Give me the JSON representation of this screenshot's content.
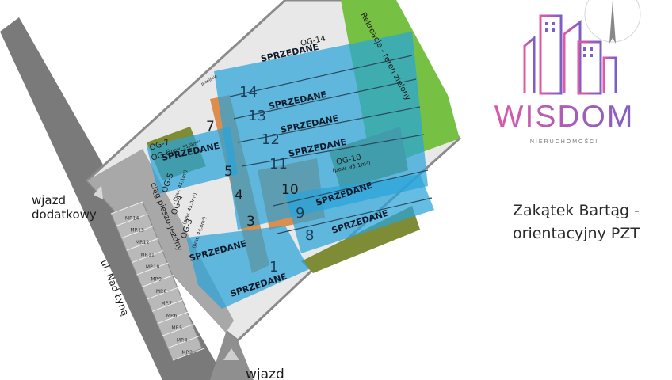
{
  "title_lines": [
    "Zakątek Bartąg -",
    "orientacyjny PZT"
  ],
  "brand": {
    "name": "WISDOM",
    "subtitle": "NIERUCHOMOŚCI",
    "gradient_start": "#e05aa4",
    "gradient_end": "#7b5fc8"
  },
  "colors": {
    "sold_overlay": "#2aa3d9",
    "available_plot": "#dd8e4c",
    "recreation": "#76c043",
    "road": "#777777",
    "garden": "#7d8c35"
  },
  "labels": {
    "sold": "SPRZEDANE",
    "recreation": "Rekreacja - teren zielony",
    "pedestrian": "ciąg pieszo-jezdny",
    "street": "ul. Nad Łyną",
    "entry_main": "wjazd",
    "entry_extra_1": "wjazd",
    "entry_extra_2": "dodatkowy",
    "passage": "przejście"
  },
  "plots_available": [
    "7",
    "5",
    "4",
    "3",
    "10"
  ],
  "plots_sold": [
    "14",
    "13",
    "12",
    "11",
    "9",
    "8",
    "1"
  ],
  "gardens": [
    {
      "name": "OG-7",
      "area": "(pow. 51,9m²)"
    },
    {
      "name": "OG-6",
      "area": ""
    },
    {
      "name": "OG-5",
      "area": "(pow. 45,1m²)"
    },
    {
      "name": "OG-4",
      "area": "(pow. 45,0m²)"
    },
    {
      "name": "OG-3",
      "area": "(pow. 44,8m²)"
    },
    {
      "name": "OG-10",
      "area": "(pow. 95,1m²)"
    },
    {
      "name": "OG-14",
      "area": ""
    }
  ],
  "parking": [
    "MP.14",
    "MP.13",
    "MP.12",
    "MP.11",
    "MP.10",
    "MP.9",
    "MP.8",
    "MP.7",
    "MP.6",
    "MP.5",
    "MP.4",
    "MP.3"
  ]
}
